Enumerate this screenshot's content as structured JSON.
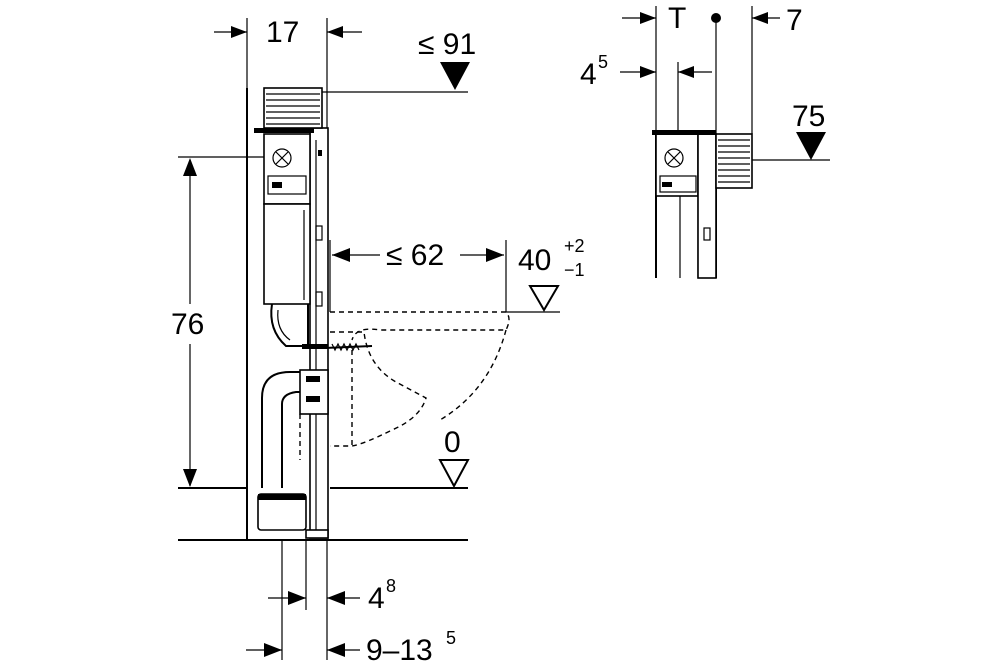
{
  "diagram": {
    "front_view": {
      "dim_top_width": "17",
      "dim_top_height": "≤ 91",
      "dim_frame_height": "76",
      "dim_wc_projection": "≤ 62",
      "dim_wc_height_base": "40",
      "dim_wc_height_tol_plus": "+2",
      "dim_wc_height_tol_minus": "−1",
      "dim_floor_level": "0",
      "dim_bottom_upper_base": "4",
      "dim_bottom_upper_sup": "8",
      "dim_bottom_lower_base": "9–13",
      "dim_bottom_lower_sup": "5"
    },
    "side_view": {
      "dim_t": "T",
      "dim_right": "7",
      "dim_offset_base": "4",
      "dim_offset_sup": "5",
      "dim_height": "75"
    }
  }
}
